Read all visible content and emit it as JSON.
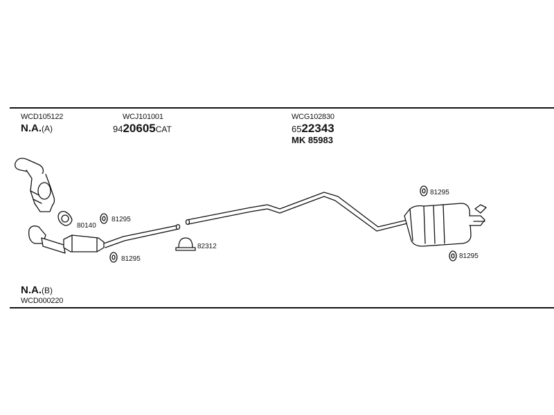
{
  "codes": {
    "left_top": "WCD105122",
    "left_bottom": "WCD000220",
    "middle": "WCJ101001",
    "right": "WCG102830"
  },
  "variants": {
    "a_main": "N.A.",
    "a_suffix": "(A)",
    "b_main": "N.A.",
    "b_suffix": "(B)"
  },
  "part_numbers": {
    "cat_prefix": "94",
    "cat_main": "20605",
    "cat_suffix": "CAT",
    "rear_prefix": "65",
    "rear_main": "22343",
    "rear_alt": "MK 85983"
  },
  "parts": {
    "gasket": "80140",
    "hanger_a": "81295",
    "hanger_b": "81295",
    "clamp": "82312",
    "hanger_c": "81295",
    "hanger_d": "81295"
  }
}
